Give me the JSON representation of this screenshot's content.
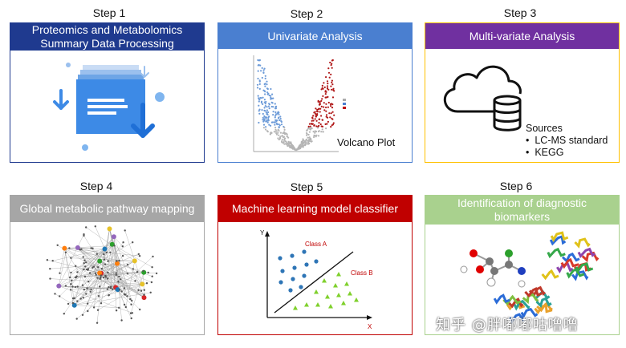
{
  "steps": [
    {
      "label": "Step 1",
      "header": "Proteomics and Metabolomics\nSummary Data Processing",
      "header_color": "#1f3a8f"
    },
    {
      "label": "Step 2",
      "header": "Univariate Analysis",
      "header_color": "#4a7fd0",
      "caption": "Volcano Plot"
    },
    {
      "label": "Step 3",
      "header": "Multi-variate Analysis",
      "header_color": "#7030a0",
      "sources_title": "Sources",
      "sources": [
        "LC-MS standard",
        "KEGG"
      ]
    },
    {
      "label": "Step 4",
      "header": "Global metabolic pathway mapping",
      "header_color": "#a6a6a6"
    },
    {
      "label": "Step 5",
      "header": "Machine learning model classifier",
      "header_color": "#c00000",
      "class_a": "Class A",
      "class_b": "Class B",
      "axis_y": "Y",
      "axis_x": "X"
    },
    {
      "label": "Step 6",
      "header": "Identification of diagnostic\nbiomarkers",
      "header_color": "#a9d18e"
    }
  ],
  "watermark": "知乎 @胖嘟嘟咕噜噜",
  "bullet": "•"
}
